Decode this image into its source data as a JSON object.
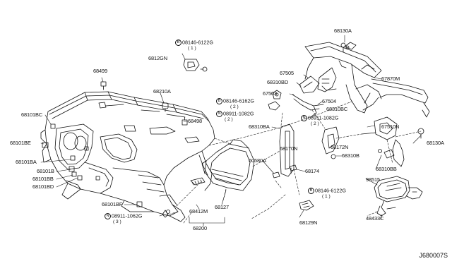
{
  "diagram": {
    "id": "J680007S",
    "labels": {
      "p68130A_top": "68130A",
      "p68499": "68499",
      "p68126N": "6812GN",
      "p68210A": "68210A",
      "p68101BC": "68101BC",
      "p68101BE": "68101BE",
      "p68101BA": "68101BA",
      "p68101B": "68101B",
      "p68101BB": "68101BB",
      "p68101BD": "68101BD",
      "p68498": "68498",
      "p68101BF": "68101BF",
      "p68412M": "68412M",
      "p68200": "68200",
      "p68127": "68127",
      "p67505": "67505",
      "p68310BD": "68310BD",
      "p67504": "67504",
      "p67503": "67503",
      "p68310BC": "68310BC",
      "p67870M": "67870M",
      "p68310BA": "68310BA",
      "p68170N": "68170N",
      "p67510N": "67510N",
      "p68172N": "68172N",
      "p68310B": "68310B",
      "p68130A_right": "68130A",
      "p60580A": "60580A",
      "p68174": "68174",
      "p68310BB": "68310BB",
      "p98515": "98515",
      "p68129N": "68129N",
      "p48433C": "48433C"
    },
    "callouts": {
      "b1": {
        "mark": "B",
        "code": "08146-6122G",
        "qty": "( 1 )"
      },
      "b2": {
        "mark": "B",
        "code": "08146-6162G",
        "qty": "( 2 )"
      },
      "n1": {
        "mark": "N",
        "code": "08911-1082G",
        "qty": "( 2 )"
      },
      "n2": {
        "mark": "N",
        "code": "08911-1082G",
        "qty": "( 2 )"
      },
      "b3": {
        "mark": "B",
        "code": "08146-6122G",
        "qty": "( 1 )"
      },
      "n3": {
        "mark": "N",
        "code": "08911-1062G",
        "qty": "( 3 )"
      }
    }
  }
}
